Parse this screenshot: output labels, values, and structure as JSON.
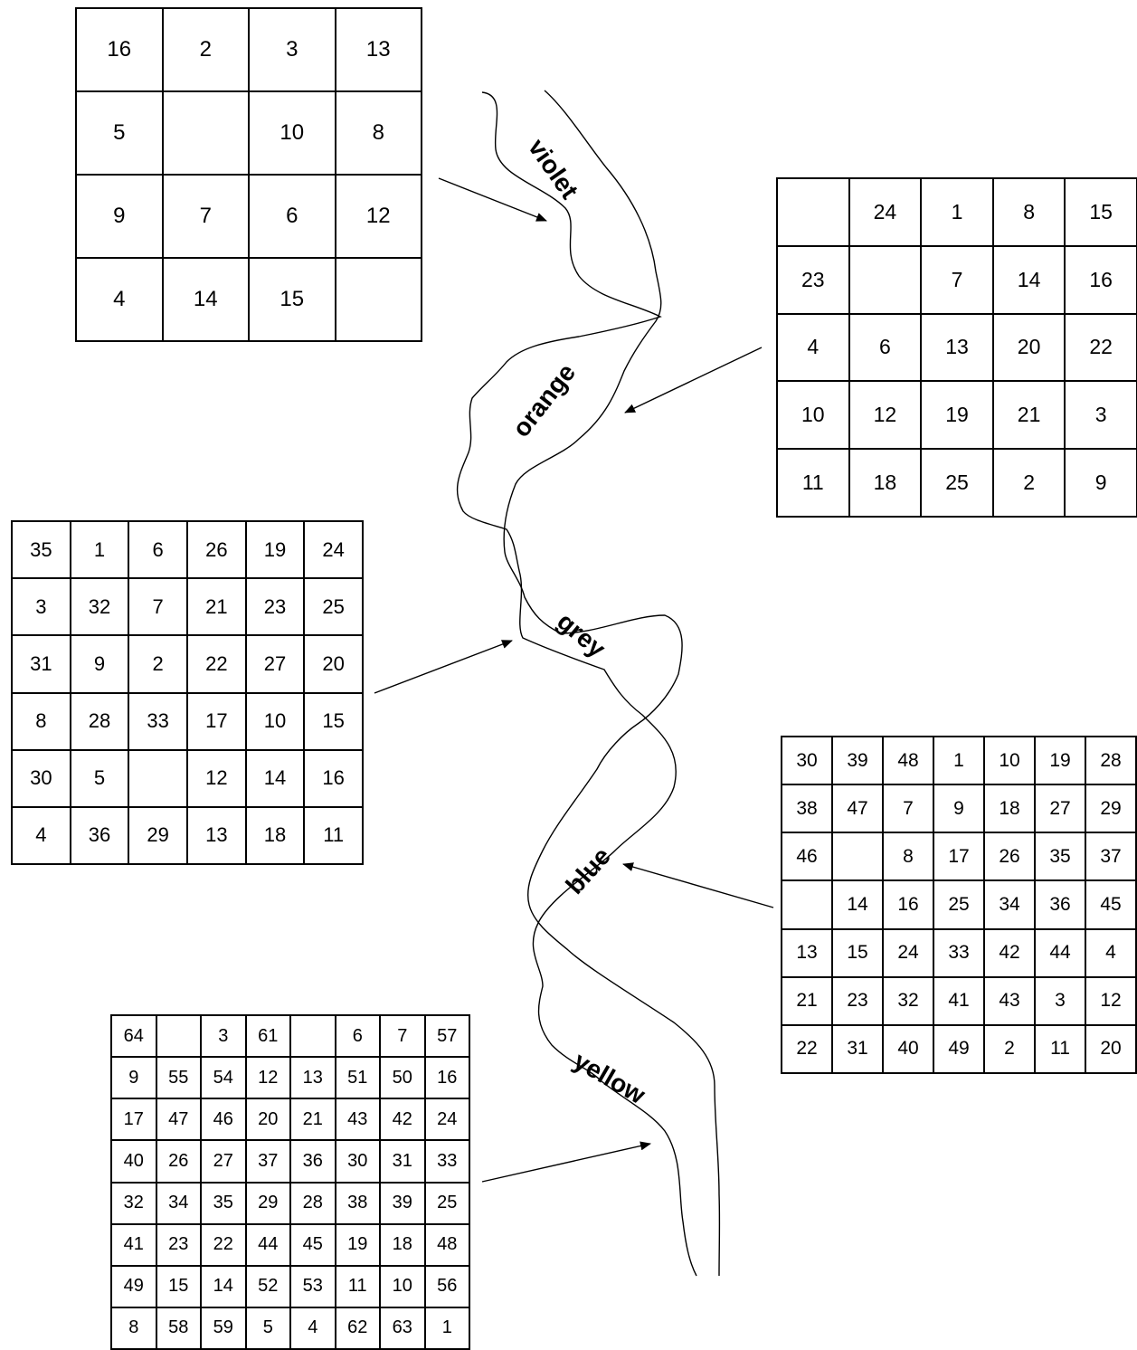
{
  "river": {
    "segments": [
      {
        "name": "violet"
      },
      {
        "name": "orange"
      },
      {
        "name": "grey"
      },
      {
        "name": "blue"
      },
      {
        "name": "yellow"
      }
    ]
  },
  "squares": [
    {
      "id": "violet",
      "size": 4,
      "cells": [
        [
          "16",
          "2",
          "3",
          "13"
        ],
        [
          "5",
          "",
          "10",
          "8"
        ],
        [
          "9",
          "7",
          "6",
          "12"
        ],
        [
          "4",
          "14",
          "15",
          ""
        ]
      ]
    },
    {
      "id": "orange",
      "size": 5,
      "cells": [
        [
          "",
          "24",
          "1",
          "8",
          "15"
        ],
        [
          "23",
          "",
          "7",
          "14",
          "16"
        ],
        [
          "4",
          "6",
          "13",
          "20",
          "22"
        ],
        [
          "10",
          "12",
          "19",
          "21",
          "3"
        ],
        [
          "11",
          "18",
          "25",
          "2",
          "9"
        ]
      ]
    },
    {
      "id": "grey",
      "size": 6,
      "cells": [
        [
          "35",
          "1",
          "6",
          "26",
          "19",
          "24"
        ],
        [
          "3",
          "32",
          "7",
          "21",
          "23",
          "25"
        ],
        [
          "31",
          "9",
          "2",
          "22",
          "27",
          "20"
        ],
        [
          "8",
          "28",
          "33",
          "17",
          "10",
          "15"
        ],
        [
          "30",
          "5",
          "",
          "12",
          "14",
          "16"
        ],
        [
          "4",
          "36",
          "29",
          "13",
          "18",
          "11"
        ]
      ]
    },
    {
      "id": "blue",
      "size": 7,
      "cells": [
        [
          "30",
          "39",
          "48",
          "1",
          "10",
          "19",
          "28"
        ],
        [
          "38",
          "47",
          "7",
          "9",
          "18",
          "27",
          "29"
        ],
        [
          "46",
          "",
          "8",
          "17",
          "26",
          "35",
          "37"
        ],
        [
          "",
          "14",
          "16",
          "25",
          "34",
          "36",
          "45"
        ],
        [
          "13",
          "15",
          "24",
          "33",
          "42",
          "44",
          "4"
        ],
        [
          "21",
          "23",
          "32",
          "41",
          "43",
          "3",
          "12"
        ],
        [
          "22",
          "31",
          "40",
          "49",
          "2",
          "11",
          "20"
        ]
      ]
    },
    {
      "id": "yellow",
      "size": 8,
      "cells": [
        [
          "64",
          "",
          "3",
          "61",
          "",
          "6",
          "7",
          "57"
        ],
        [
          "9",
          "55",
          "54",
          "12",
          "13",
          "51",
          "50",
          "16"
        ],
        [
          "17",
          "47",
          "46",
          "20",
          "21",
          "43",
          "42",
          "24"
        ],
        [
          "40",
          "26",
          "27",
          "37",
          "36",
          "30",
          "31",
          "33"
        ],
        [
          "32",
          "34",
          "35",
          "29",
          "28",
          "38",
          "39",
          "25"
        ],
        [
          "41",
          "23",
          "22",
          "44",
          "45",
          "19",
          "18",
          "48"
        ],
        [
          "49",
          "15",
          "14",
          "52",
          "53",
          "11",
          "10",
          "56"
        ],
        [
          "8",
          "58",
          "59",
          "5",
          "4",
          "62",
          "63",
          "1"
        ]
      ]
    }
  ]
}
